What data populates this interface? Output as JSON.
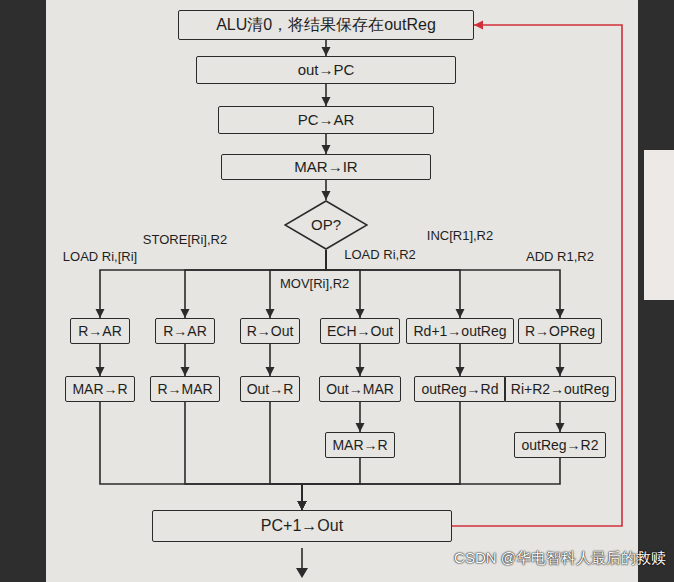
{
  "diagram": {
    "nodes": [
      {
        "text": [
          "ALU清0，将结果保存在outReg"
        ]
      },
      {
        "text": [
          "out→PC"
        ]
      },
      {
        "text": [
          "PC→AR"
        ]
      },
      {
        "text": [
          "MAR→IR"
        ]
      },
      {
        "text": [
          "OP?"
        ]
      },
      {
        "text": [
          "R→AR"
        ]
      },
      {
        "text": [
          "R→AR"
        ]
      },
      {
        "text": [
          "R→Out"
        ]
      },
      {
        "text": [
          "ECH→Out"
        ]
      },
      {
        "text": [
          "Rd+1→outReg"
        ]
      },
      {
        "text": [
          "R→OPReg"
        ]
      },
      {
        "text": [
          "MAR→R"
        ]
      },
      {
        "text": [
          "R→MAR"
        ]
      },
      {
        "text": [
          "Out→R"
        ]
      },
      {
        "text": [
          "Out→MAR"
        ]
      },
      {
        "text": [
          "outReg→Rd"
        ]
      },
      {
        "text": [
          "Ri+R2→outReg"
        ]
      },
      {
        "text": [
          "MAR→R"
        ]
      },
      {
        "text": [
          "outReg→R2"
        ]
      },
      {
        "text": [
          "PC+1→Out"
        ]
      }
    ],
    "edges": [
      {
        "from": 0,
        "to": 1,
        "arrow": "to"
      },
      {
        "from": 1,
        "to": 2,
        "arrow": "to"
      },
      {
        "from": 2,
        "to": 3,
        "arrow": "to"
      },
      {
        "from": 3,
        "to": 4,
        "arrow": "to"
      },
      {
        "from": 4,
        "to": 5,
        "label": "LOAD Ri,[Ri]",
        "arrow": "to"
      },
      {
        "from": 4,
        "to": 6,
        "label": "STORE[Ri],R2",
        "arrow": "to"
      },
      {
        "from": 4,
        "to": 7,
        "label": "MOV[Ri],R2",
        "arrow": "to"
      },
      {
        "from": 4,
        "to": 8,
        "label": "LOAD Ri,R2",
        "arrow": "to"
      },
      {
        "from": 4,
        "to": 9,
        "label": "INC[R1],R2",
        "arrow": "to"
      },
      {
        "from": 4,
        "to": 10,
        "label": "ADD R1,R2",
        "arrow": "to"
      },
      {
        "from": 5,
        "to": 11,
        "arrow": "to"
      },
      {
        "from": 6,
        "to": 12,
        "arrow": "to"
      },
      {
        "from": 7,
        "to": 13,
        "arrow": "to"
      },
      {
        "from": 8,
        "to": 14,
        "arrow": "to"
      },
      {
        "from": 9,
        "to": 15,
        "arrow": "to"
      },
      {
        "from": 10,
        "to": 16,
        "arrow": "to"
      },
      {
        "from": 14,
        "to": 17,
        "arrow": "to"
      },
      {
        "from": 16,
        "to": 18,
        "arrow": "to"
      },
      {
        "from": 11,
        "to": 19,
        "arrow": "to"
      },
      {
        "from": 12,
        "to": 19,
        "arrow": "to"
      },
      {
        "from": 13,
        "to": 19,
        "arrow": "to"
      },
      {
        "from": 17,
        "to": 19,
        "arrow": "to"
      },
      {
        "from": 15,
        "to": 19,
        "arrow": "to"
      },
      {
        "from": 18,
        "to": 19,
        "arrow": "to"
      },
      {
        "from": 19,
        "to": 0,
        "arrow": "to"
      }
    ],
    "labels": [
      "CSDN @华电智科人最后的救赎"
    ]
  }
}
